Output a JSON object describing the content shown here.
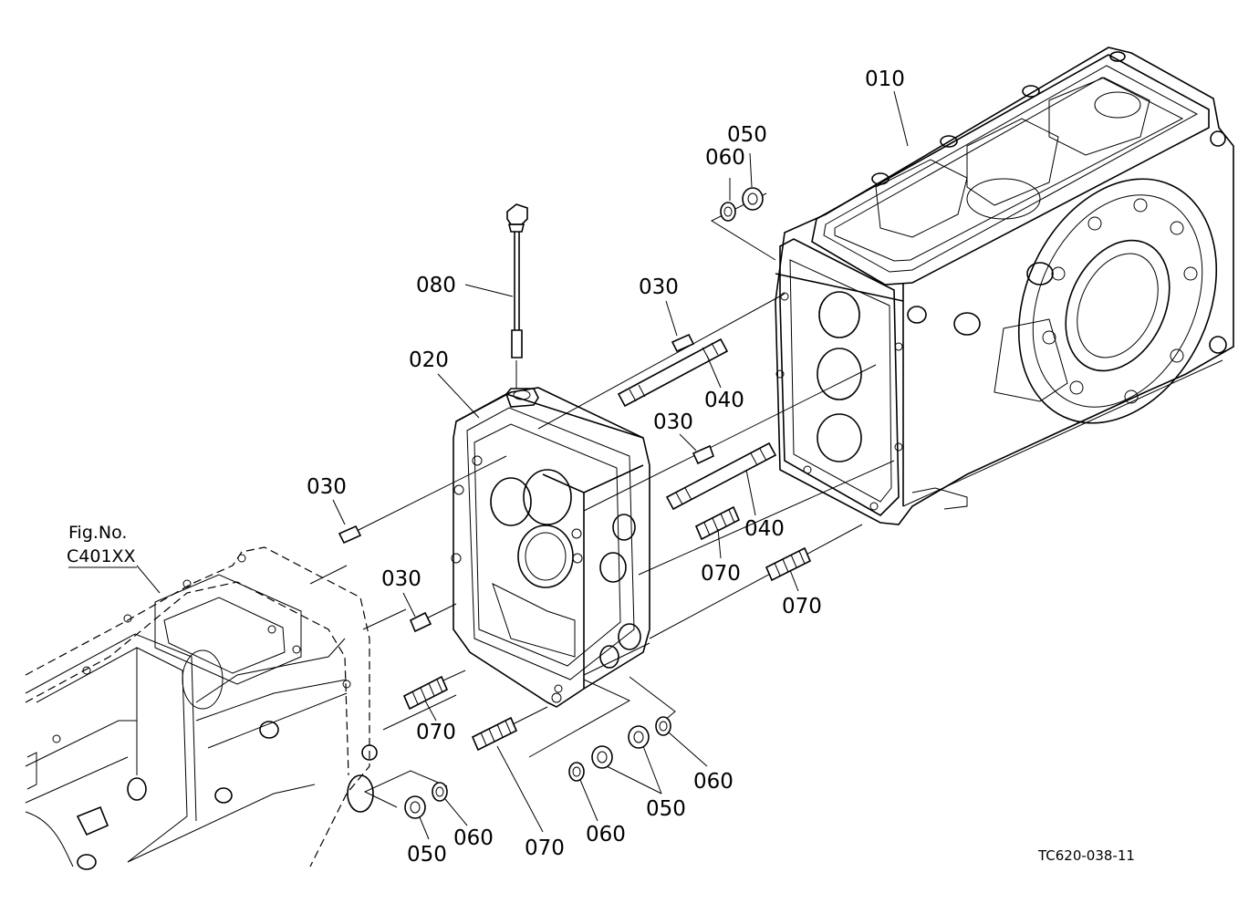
{
  "figure_reference": {
    "line1": "Fig.No.",
    "line2": "C401XX"
  },
  "document_code": "TC620-038-11",
  "part_labels": {
    "p010": "010",
    "p020": "020",
    "p030": "030",
    "p040": "040",
    "p050": "050",
    "p060": "060",
    "p070": "070",
    "p080": "080"
  }
}
